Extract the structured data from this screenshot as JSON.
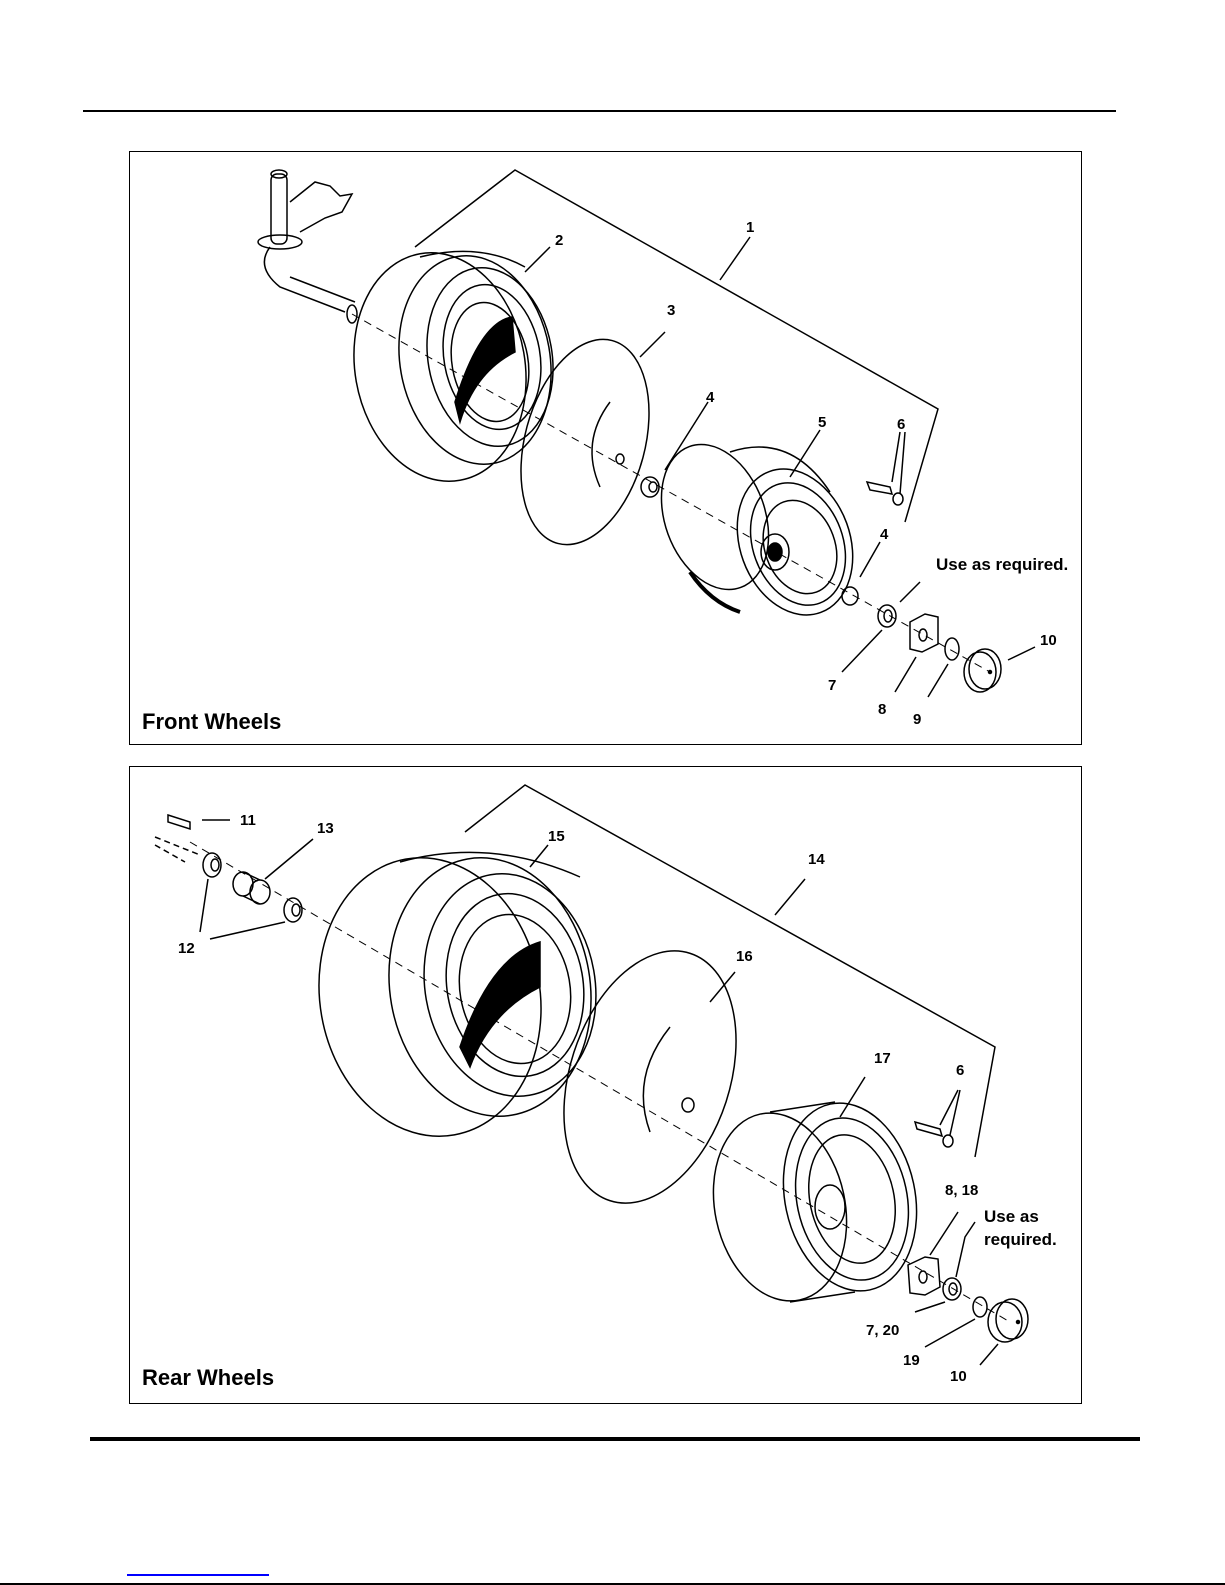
{
  "panels": [
    {
      "title": "Front Wheels",
      "callouts": {
        "c1": "1",
        "c2": "2",
        "c3": "3",
        "c4a": "4",
        "c5": "5",
        "c6": "6",
        "c4b": "4",
        "c7": "7",
        "c8": "8",
        "c9": "9",
        "c10": "10"
      },
      "note": "Use as required."
    },
    {
      "title": "Rear Wheels",
      "callouts": {
        "c11": "11",
        "c12": "12",
        "c13": "13",
        "c14": "14",
        "c15": "15",
        "c16": "16",
        "c17": "17",
        "c6": "6",
        "c818": "8, 18",
        "c720": "7, 20",
        "c19": "19",
        "c10": "10"
      },
      "note_line1": "Use as",
      "note_line2": "required."
    }
  ]
}
